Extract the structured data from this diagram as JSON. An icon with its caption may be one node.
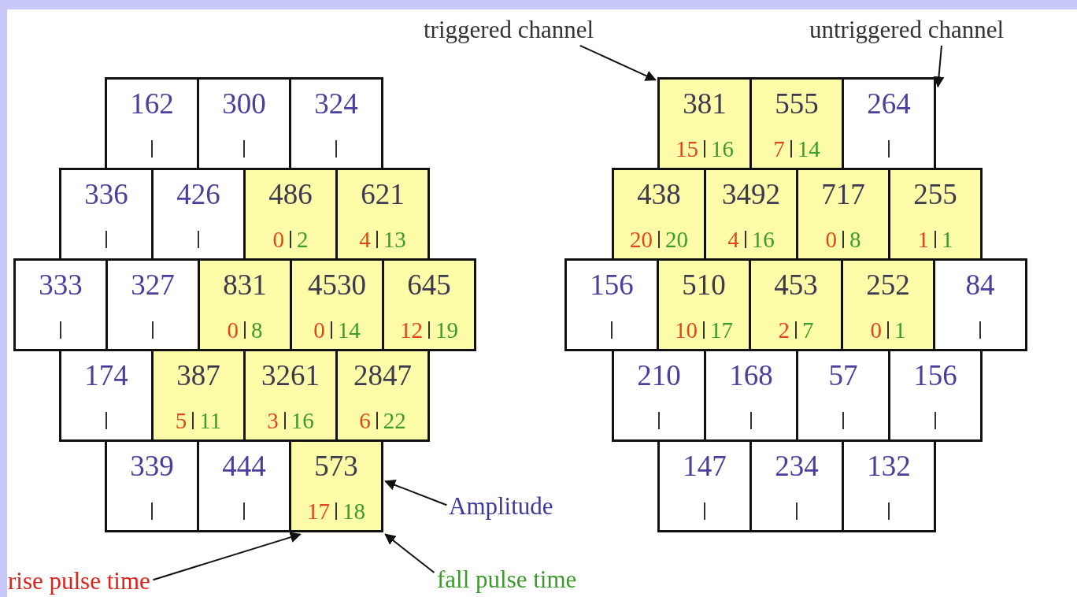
{
  "diagram": {
    "nodes": [
      {
        "text": [
          "triggered channel"
        ]
      },
      {
        "text": [
          "untriggered channel"
        ]
      },
      {
        "text": [
          "162"
        ]
      },
      {
        "text": [
          "300"
        ]
      },
      {
        "text": [
          "324"
        ]
      },
      {
        "text": [
          "336"
        ]
      },
      {
        "text": [
          "426"
        ]
      },
      {
        "text": [
          "486",
          "0",
          "2"
        ]
      },
      {
        "text": [
          "621",
          "4",
          "13"
        ]
      },
      {
        "text": [
          "333"
        ]
      },
      {
        "text": [
          "327"
        ]
      },
      {
        "text": [
          "831",
          "0",
          "8"
        ]
      },
      {
        "text": [
          "4530",
          "0",
          "14"
        ]
      },
      {
        "text": [
          "645",
          "12",
          "19"
        ]
      },
      {
        "text": [
          "174"
        ]
      },
      {
        "text": [
          "387",
          "5",
          "11"
        ]
      },
      {
        "text": [
          "3261",
          "3",
          "16"
        ]
      },
      {
        "text": [
          "2847",
          "6",
          "22"
        ]
      },
      {
        "text": [
          "339"
        ]
      },
      {
        "text": [
          "444"
        ]
      },
      {
        "text": [
          "573",
          "17",
          "18"
        ]
      },
      {
        "text": [
          "Amplitude"
        ]
      },
      {
        "text": [
          "381",
          "15",
          "16"
        ]
      },
      {
        "text": [
          "555",
          "7",
          "14"
        ]
      },
      {
        "text": [
          "264"
        ]
      },
      {
        "text": [
          "438",
          "20",
          "20"
        ]
      },
      {
        "text": [
          "3492",
          "4",
          "16"
        ]
      },
      {
        "text": [
          "717",
          "0",
          "8"
        ]
      },
      {
        "text": [
          "255",
          "1",
          "1"
        ]
      },
      {
        "text": [
          "156"
        ]
      },
      {
        "text": [
          "510",
          "10",
          "17"
        ]
      },
      {
        "text": [
          "453",
          "2",
          "7"
        ]
      },
      {
        "text": [
          "252",
          "0",
          "1"
        ]
      },
      {
        "text": [
          "84"
        ]
      },
      {
        "text": [
          "210"
        ]
      },
      {
        "text": [
          "168"
        ]
      },
      {
        "text": [
          "57"
        ]
      },
      {
        "text": [
          "156"
        ]
      },
      {
        "text": [
          "147"
        ]
      },
      {
        "text": [
          "234"
        ]
      },
      {
        "text": [
          "132"
        ]
      },
      {
        "text": [
          "rise pulse time"
        ]
      },
      {
        "text": [
          "fall pulse time"
        ]
      }
    ],
    "edges": [
      {
        "from": 0,
        "to": 22,
        "arrow": "to"
      },
      {
        "from": 1,
        "to": 24,
        "arrow": "to"
      },
      {
        "from": 21,
        "to": 20,
        "arrow": "to"
      },
      {
        "from": 41,
        "to": 20,
        "arrow": "to"
      },
      {
        "from": 42,
        "to": 20,
        "arrow": "to"
      }
    ]
  }
}
